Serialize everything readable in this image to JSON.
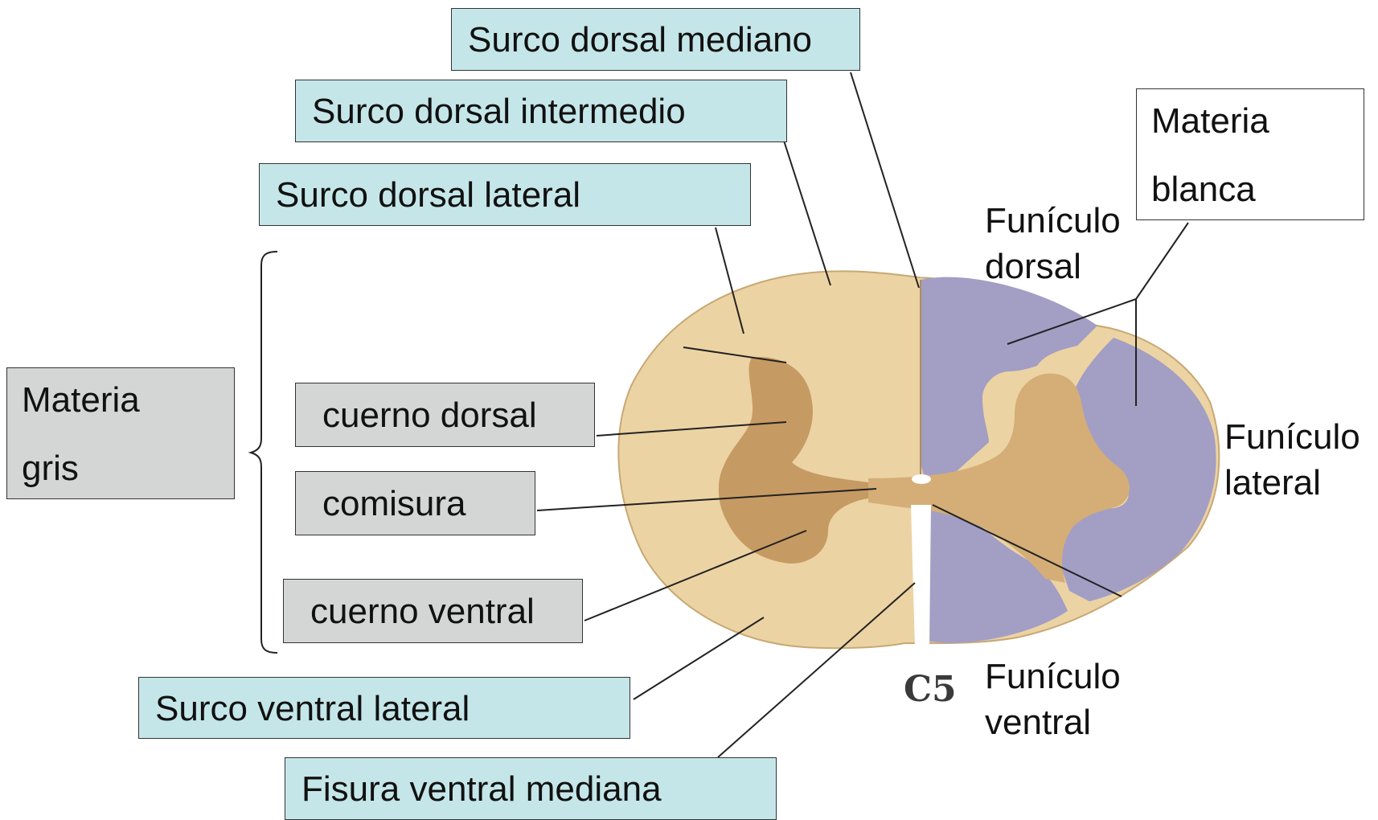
{
  "labels": {
    "surco_dorsal_mediano": "Surco dorsal mediano",
    "surco_dorsal_intermedio": "Surco dorsal intermedio",
    "surco_dorsal_lateral": "Surco dorsal lateral",
    "materia_gris_line1": "Materia",
    "materia_gris_line2": "gris",
    "cuerno_dorsal": "cuerno dorsal",
    "comisura": "comisura",
    "cuerno_ventral": "cuerno ventral",
    "surco_ventral_lateral": "Surco ventral lateral",
    "fisura_ventral_mediana": "Fisura ventral mediana",
    "materia_blanca_line1": "Materia",
    "materia_blanca_line2": "blanca",
    "funiculo_dorsal_line1": "Funículo",
    "funiculo_dorsal_line2": "dorsal",
    "funiculo_lateral_line1": "Funículo",
    "funiculo_lateral_line2": "lateral",
    "funiculo_ventral_line1": "Funículo",
    "funiculo_ventral_line2": "ventral",
    "segment": "C5"
  },
  "colors": {
    "callout_cyan": "#c5e6e8",
    "callout_gray": "#d4d6d6",
    "white_matter_right": "#a39ec4",
    "white_matter_left": "#ecd3a3",
    "gray_matter": "#c69a63"
  }
}
